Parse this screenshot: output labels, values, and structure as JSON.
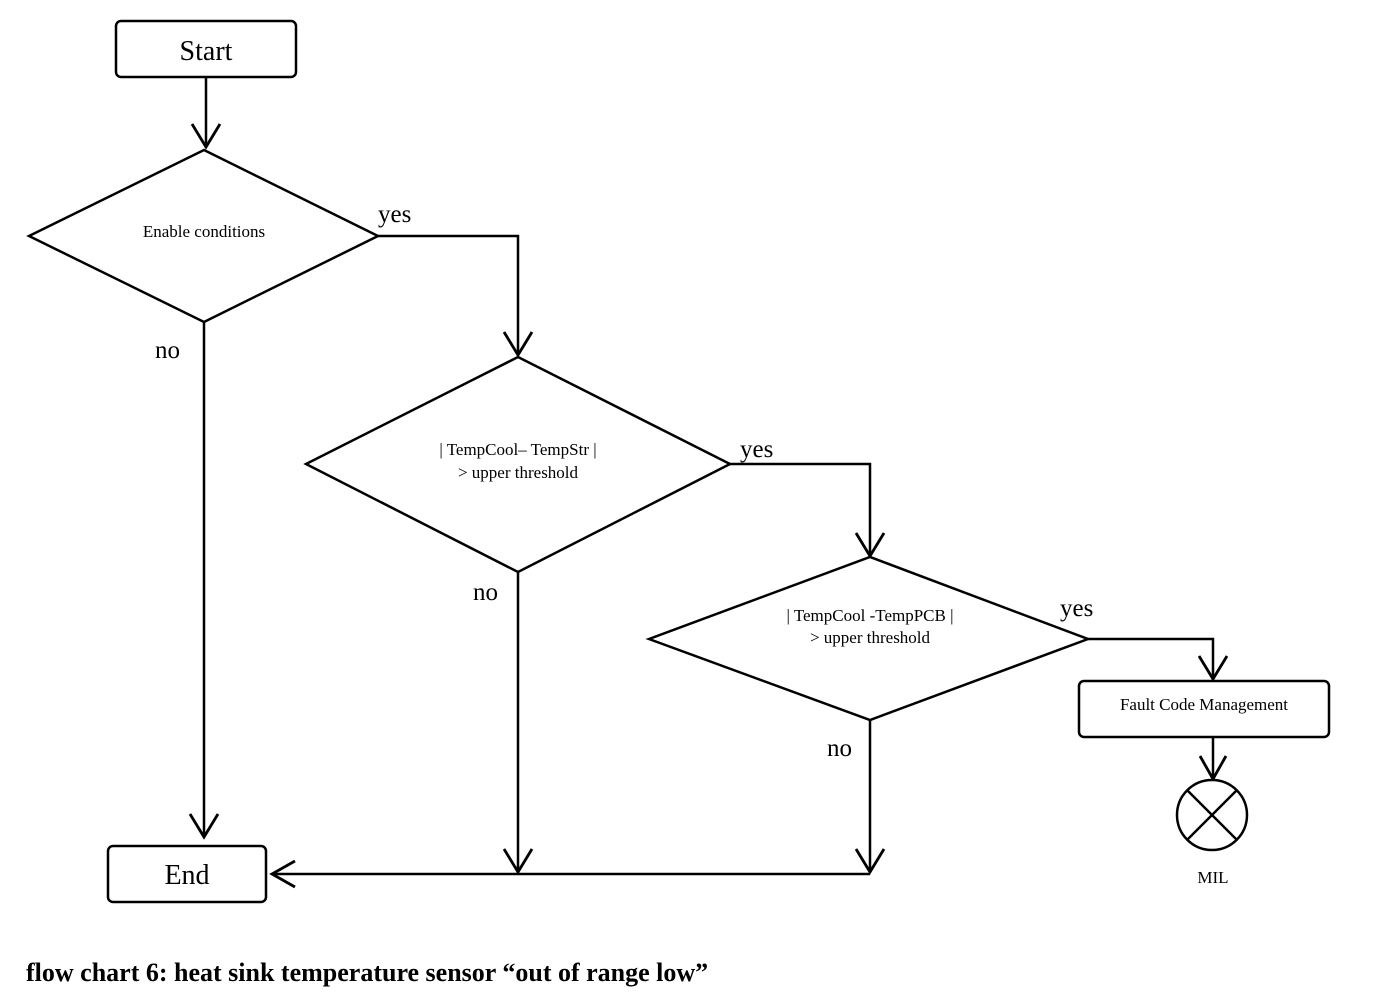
{
  "nodes": {
    "start": {
      "label": "Start"
    },
    "end": {
      "label": "End"
    },
    "enable_conditions": {
      "label": "Enable conditions"
    },
    "check_tempstr": {
      "line1": "| TempCool– TempStr |",
      "line2": "> upper  threshold"
    },
    "check_temppcb": {
      "line1": "| TempCool -TempPCB |",
      "line2": "> upper threshold"
    },
    "fault_code_management": {
      "label": "Fault Code Management"
    },
    "mil_lamp": {
      "label": "MIL"
    }
  },
  "edges": {
    "enable_yes": "yes",
    "enable_no": "no",
    "tempstr_yes": "yes",
    "tempstr_no": "no",
    "temppcb_yes": "yes",
    "temppcb_no": "no"
  },
  "caption": "flow chart 6: heat sink temperature sensor “out of range low”"
}
